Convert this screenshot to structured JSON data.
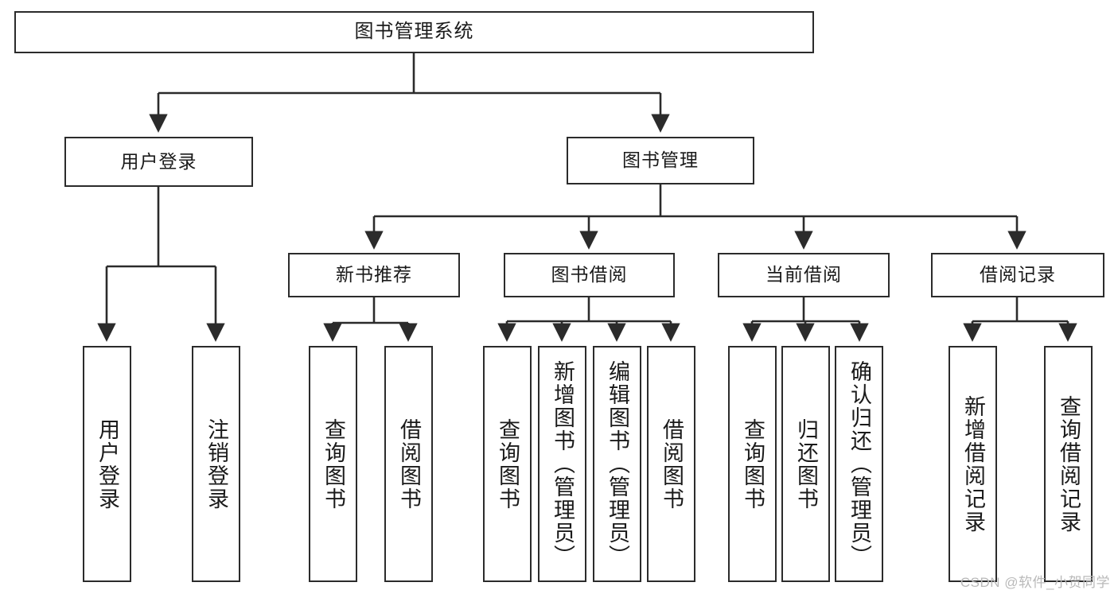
{
  "diagram": {
    "title": "图书管理系统",
    "type": "tree",
    "watermark": "CSDN @软件_小贺同学",
    "line_color": "#2b2b2b",
    "box_fill": "#ffffff",
    "text_color": "#1a1a1a"
  },
  "nodes": {
    "root": {
      "label": "图书管理系统"
    },
    "level2": [
      {
        "label": "用户登录"
      },
      {
        "label": "图书管理"
      }
    ],
    "level3": [
      {
        "label": "新书推荐"
      },
      {
        "label": "图书借阅"
      },
      {
        "label": "当前借阅"
      },
      {
        "label": "借阅记录"
      }
    ],
    "leaves_user_login": [
      {
        "label": "用户登录"
      },
      {
        "label": "注销登录"
      }
    ],
    "leaves_new_book": [
      {
        "label": "查询图书"
      },
      {
        "label": "借阅图书"
      }
    ],
    "leaves_borrow": [
      {
        "label": "查询图书"
      },
      {
        "label": "新增图书（管理员）"
      },
      {
        "label": "编辑图书（管理员）"
      },
      {
        "label": "借阅图书"
      }
    ],
    "leaves_current": [
      {
        "label": "查询图书"
      },
      {
        "label": "归还图书"
      },
      {
        "label": "确认归还（管理员）"
      }
    ],
    "leaves_records": [
      {
        "label": "新增借阅记录"
      },
      {
        "label": "查询借阅记录"
      }
    ]
  }
}
